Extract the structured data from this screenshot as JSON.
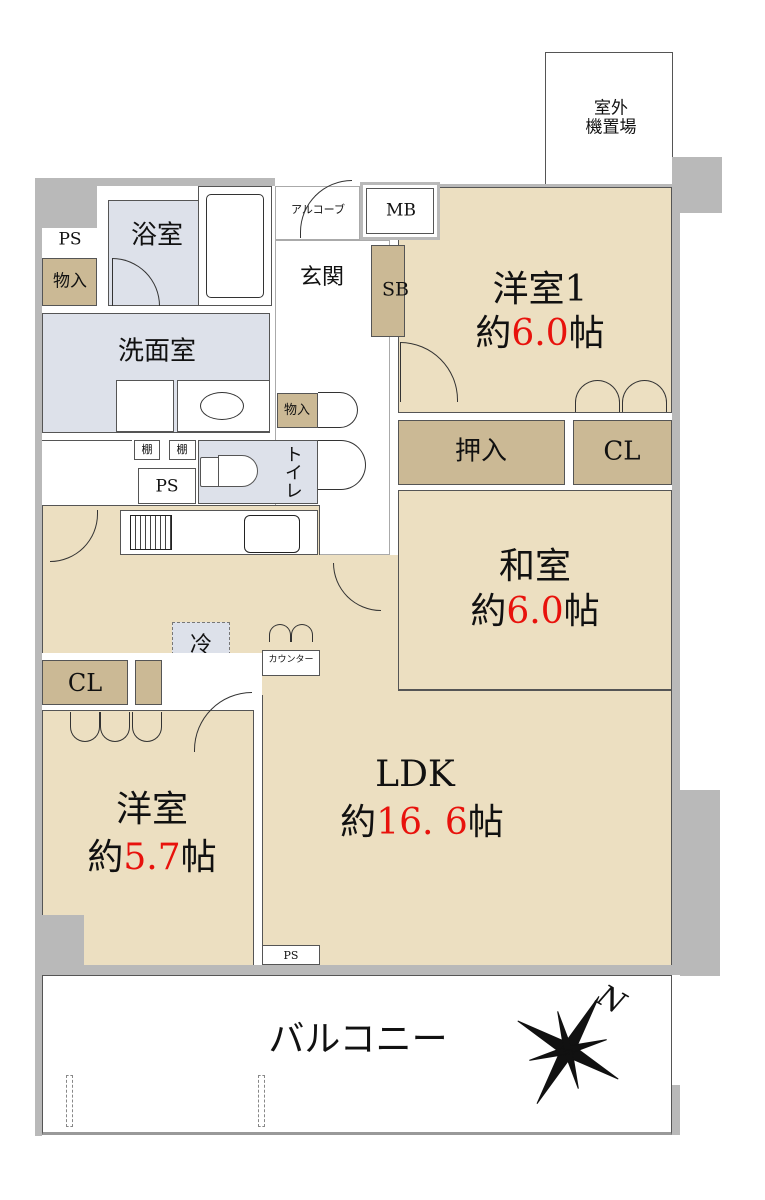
{
  "rooms": {
    "outdoor_unit": "室外\n機置場",
    "bath": "浴室",
    "ps_top": "PS",
    "storage_1": "物入",
    "washroom": "洗面室",
    "alcove": "アルコーブ",
    "mb": "MB",
    "entrance": "玄関",
    "sb": "SB",
    "western1_name": "洋室1",
    "western1_prefix": "約",
    "western1_size": "6.0",
    "western1_unit": "帖",
    "storage_2": "物入",
    "shelf_1": "棚",
    "shelf_2": "棚",
    "ps_mid": "PS",
    "toilet": "トイレ",
    "oshiire": "押入",
    "cl_1": "CL",
    "washitsu_name": "和室",
    "washitsu_prefix": "約",
    "washitsu_size": "6.0",
    "washitsu_unit": "帖",
    "fridge": "冷",
    "counter": "カウンター",
    "cl_2": "CL",
    "ldk_name": "LDK",
    "ldk_prefix": "約",
    "ldk_size": "16. 6",
    "ldk_unit": "帖",
    "western2_name": "洋室",
    "western2_prefix": "約",
    "western2_size": "5.7",
    "western2_unit": "帖",
    "ps_bottom": "PS",
    "balcony": "バルコニー"
  },
  "compass": {
    "label": "N"
  },
  "colors": {
    "room": "#ecdfc1",
    "wet": "#dde1ea",
    "storage": "#cbb995",
    "size_text": "#e8120c",
    "wall": "#b9b9b9"
  }
}
